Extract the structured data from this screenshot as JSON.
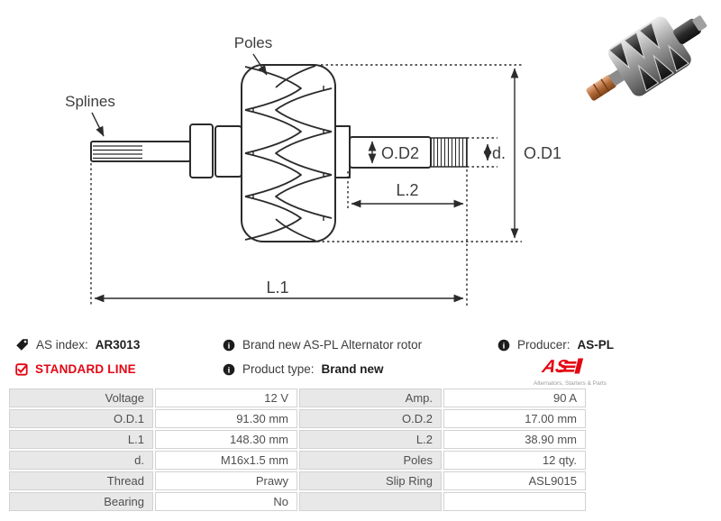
{
  "diagram": {
    "labels": {
      "poles": "Poles",
      "splines": "Splines",
      "od2": "O.D2",
      "d": "d.",
      "od1": "O.D1",
      "l2": "L.2",
      "l1": "L.1"
    }
  },
  "info": {
    "as_index_label": "AS index:",
    "as_index_value": "AR3013",
    "standard_line": "STANDARD LINE",
    "description": "Brand new AS-PL Alternator rotor",
    "product_type_label": "Product type:",
    "product_type_value": "Brand new",
    "producer_label": "Producer:",
    "producer_value": "AS-PL",
    "logo_text": "AS",
    "logo_subtext": "Alternators, Starters & Parts"
  },
  "colors": {
    "accent_red": "#e30613",
    "diagram_line": "#2b2b2b",
    "table_label_bg": "#e8e8e8",
    "table_border": "#d2d2d2",
    "text_gray": "#4f4f4f"
  },
  "specs": {
    "rows": [
      {
        "label1": "Voltage",
        "value1": "12 V",
        "label2": "Amp.",
        "value2": "90 A"
      },
      {
        "label1": "O.D.1",
        "value1": "91.30 mm",
        "label2": "O.D.2",
        "value2": "17.00 mm"
      },
      {
        "label1": "L.1",
        "value1": "148.30 mm",
        "label2": "L.2",
        "value2": "38.90 mm"
      },
      {
        "label1": "d.",
        "value1": "M16x1.5 mm",
        "label2": "Poles",
        "value2": "12 qty."
      },
      {
        "label1": "Thread",
        "value1": "Prawy",
        "label2": "Slip Ring",
        "value2": "ASL9015"
      },
      {
        "label1": "Bearing",
        "value1": "No",
        "label2": "",
        "value2": ""
      }
    ]
  }
}
